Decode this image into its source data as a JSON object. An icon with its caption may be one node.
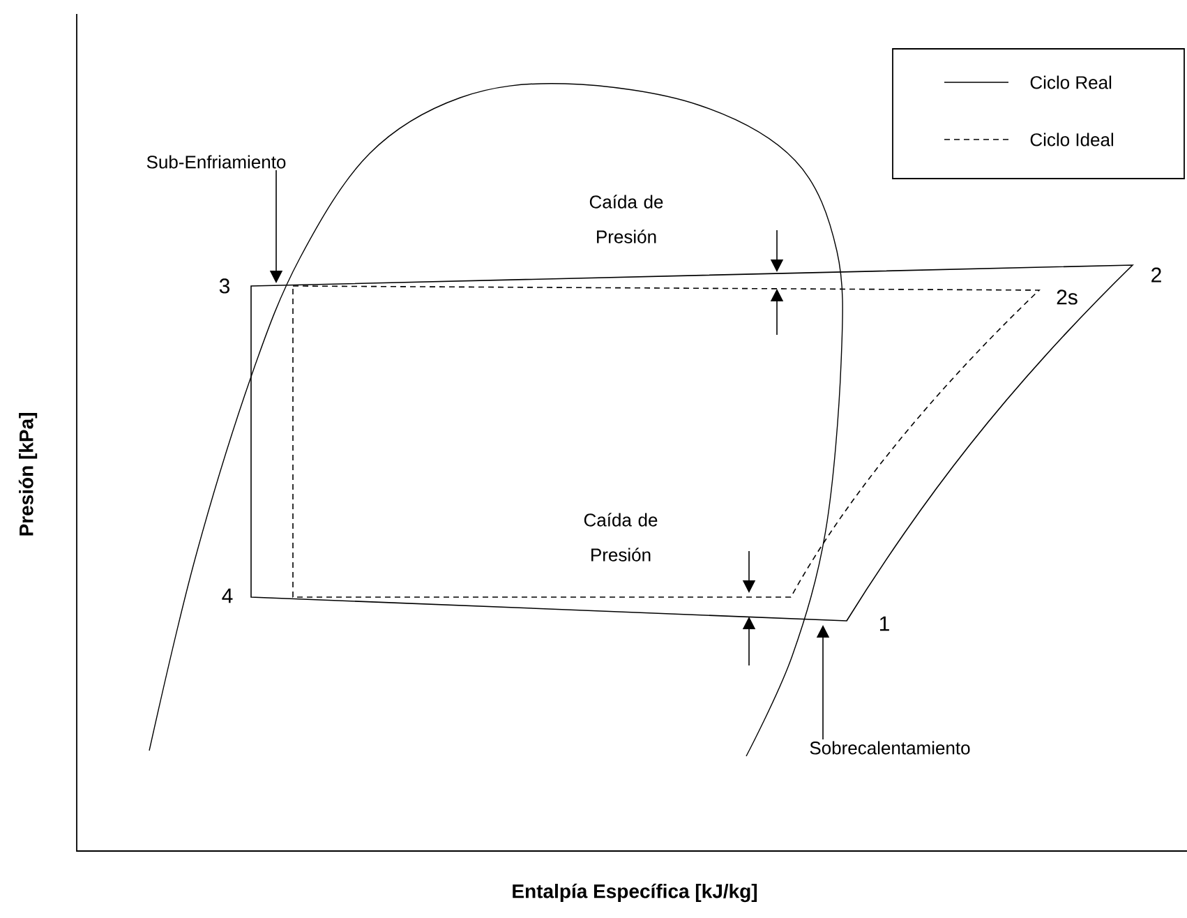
{
  "diagram": {
    "nodes": [
      {
        "text": [
          "Sub-Enfriamiento"
        ]
      },
      {
        "text": [
          "Sobrecalentamiento"
        ]
      }
    ],
    "edges": [
      {
        "from": 0,
        "to": null,
        "arrow": "to"
      },
      {
        "from": 1,
        "to": null,
        "arrow": "to"
      }
    ],
    "labels": [
      "Caída de Presión",
      "3",
      "2",
      "2s",
      "Presión [kPa]",
      "Caída de Presión",
      "4",
      "1",
      "Entalpía Específica [kJ/kg]"
    ],
    "legend": [
      {
        "text": "Ciclo Real"
      },
      {
        "text": "Ciclo Ideal"
      }
    ]
  }
}
